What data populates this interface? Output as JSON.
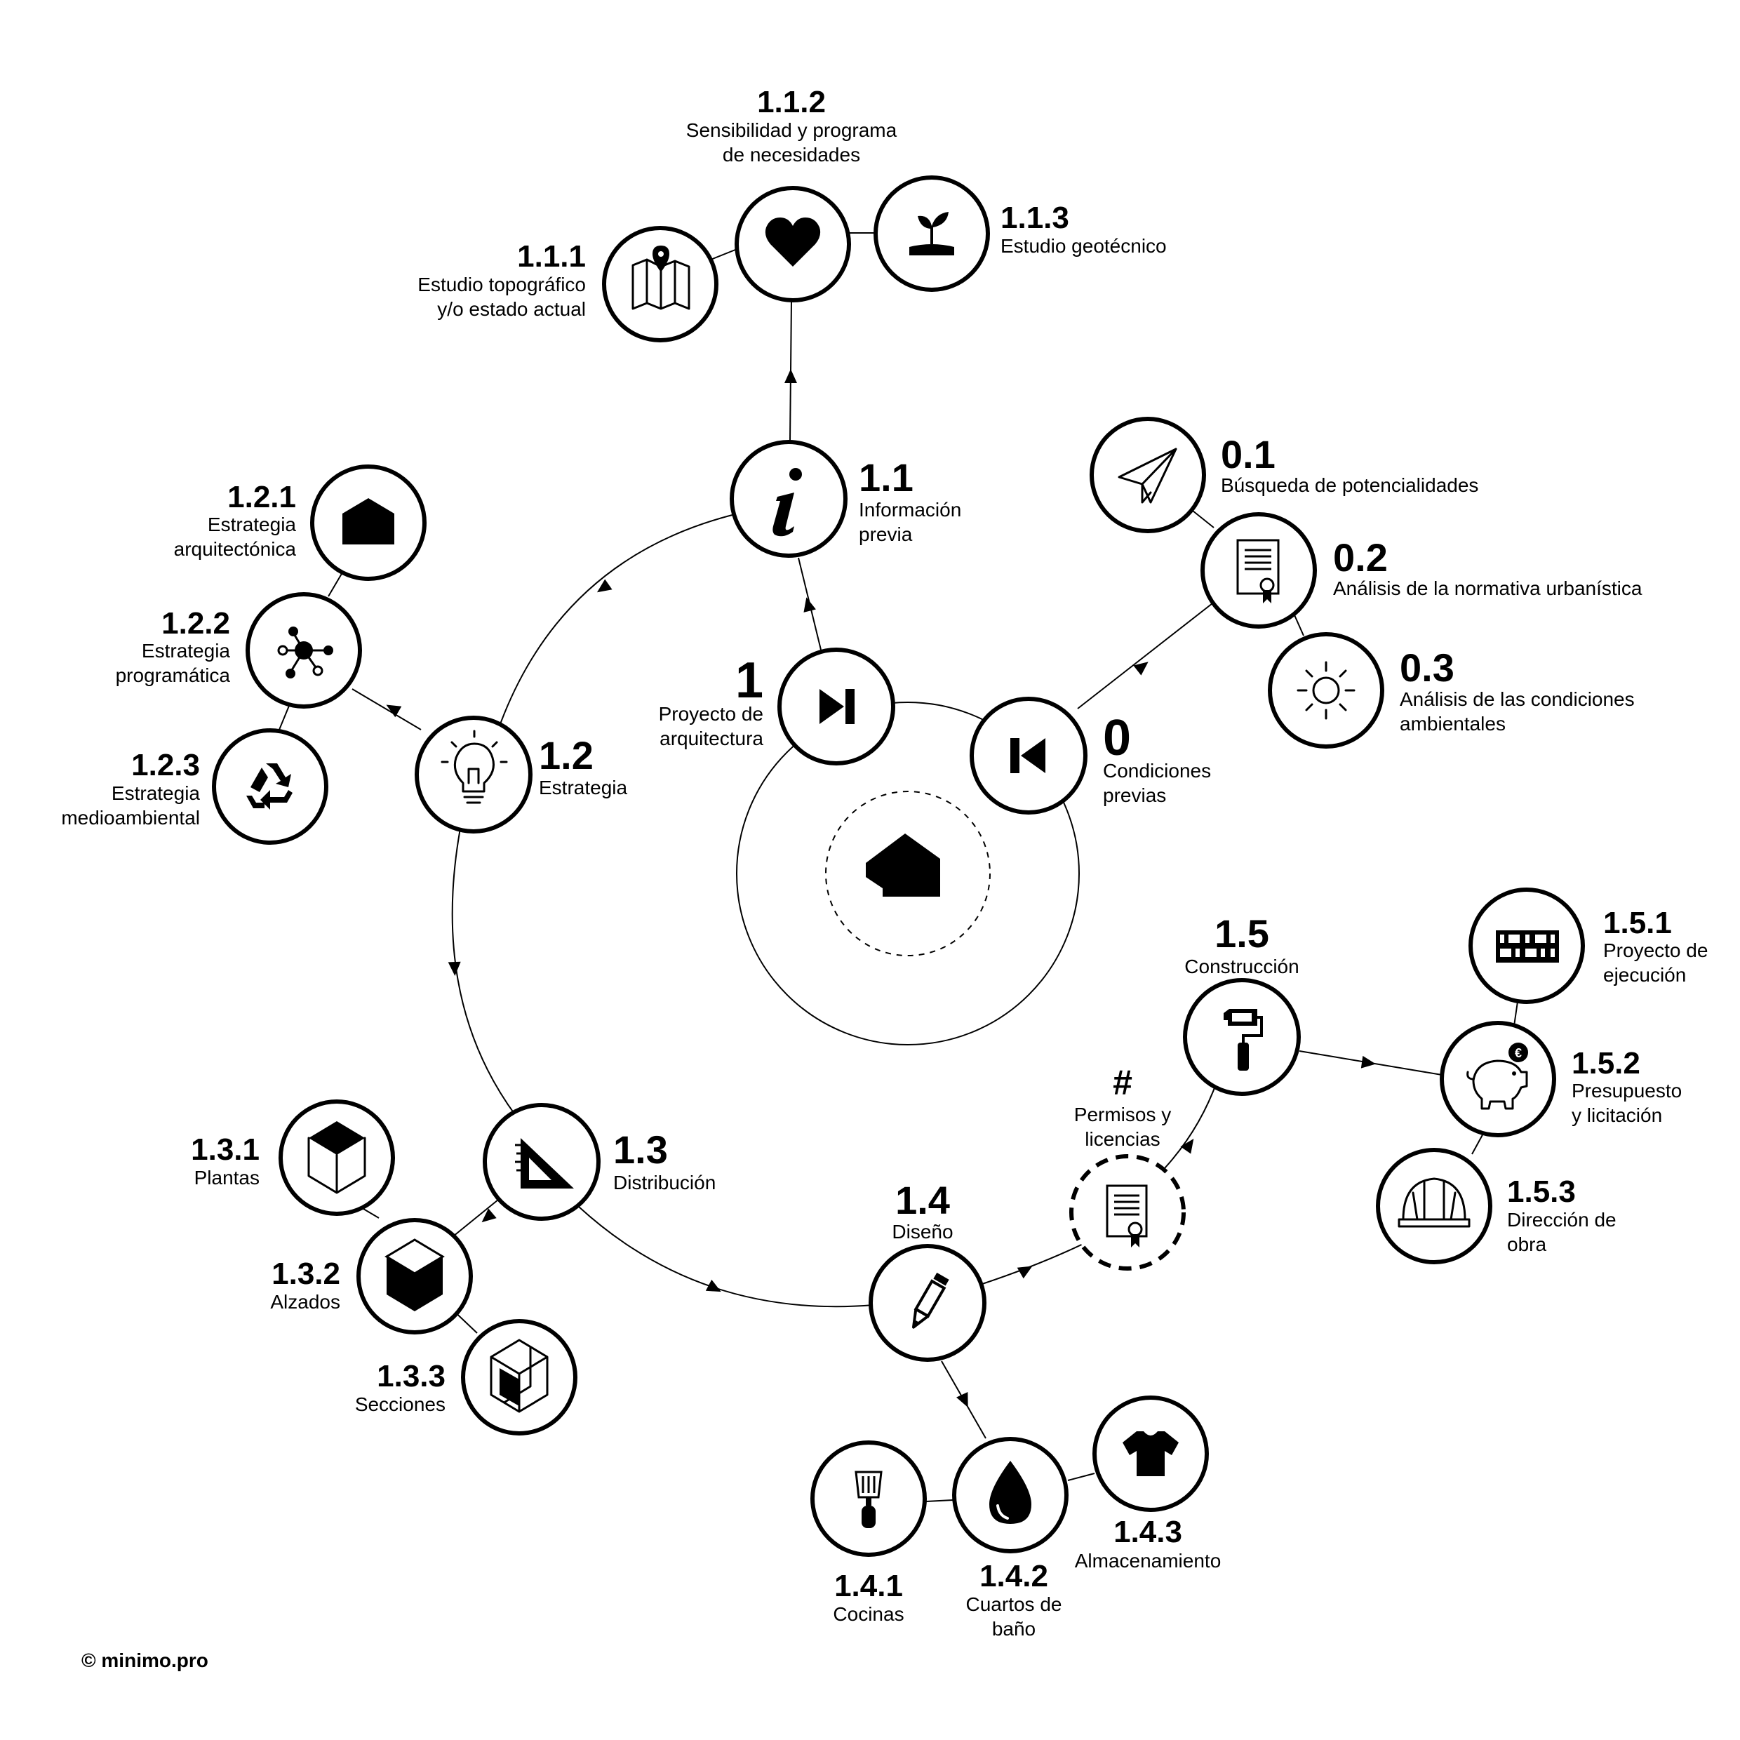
{
  "center": {
    "icon": "house-icon"
  },
  "nodes": {
    "n0": {
      "num": "0",
      "label": [
        "Condiciones",
        "previas"
      ],
      "icon": "skip-back-icon"
    },
    "n01": {
      "num": "0.1",
      "label": [
        "Búsqueda de potencialidades"
      ],
      "icon": "paper-plane-icon"
    },
    "n02": {
      "num": "0.2",
      "label": [
        "Análisis de la normativa urbanística"
      ],
      "icon": "certificate-icon"
    },
    "n03": {
      "num": "0.3",
      "label": [
        "Análisis de las condiciones",
        "ambientales"
      ],
      "icon": "sun-icon"
    },
    "n1": {
      "num": "1",
      "label": [
        "Proyecto de",
        "arquitectura"
      ],
      "icon": "skip-forward-icon"
    },
    "n11": {
      "num": "1.1",
      "label": [
        "Información",
        "previa"
      ],
      "icon": "info-icon"
    },
    "n111": {
      "num": "1.1.1",
      "label": [
        "Estudio topográfico",
        "y/o estado actual"
      ],
      "icon": "map-icon"
    },
    "n112": {
      "num": "1.1.2",
      "label": [
        "Sensibilidad y programa",
        "de necesidades"
      ],
      "icon": "heart-icon"
    },
    "n113": {
      "num": "1.1.3",
      "label": [
        "Estudio geotécnico"
      ],
      "icon": "sprout-icon"
    },
    "n12": {
      "num": "1.2",
      "label": [
        "Estrategia"
      ],
      "icon": "lightbulb-icon"
    },
    "n121": {
      "num": "1.2.1",
      "label": [
        "Estrategia",
        "arquitectónica"
      ],
      "icon": "house-icon"
    },
    "n122": {
      "num": "1.2.2",
      "label": [
        "Estrategia",
        "programática"
      ],
      "icon": "network-icon"
    },
    "n123": {
      "num": "1.2.3",
      "label": [
        "Estrategia",
        "medioambiental"
      ],
      "icon": "recycle-icon"
    },
    "n13": {
      "num": "1.3",
      "label": [
        "Distribución"
      ],
      "icon": "set-square-icon"
    },
    "n131": {
      "num": "1.3.1",
      "label": [
        "Plantas"
      ],
      "icon": "cube-top-icon"
    },
    "n132": {
      "num": "1.3.2",
      "label": [
        "Alzados"
      ],
      "icon": "cube-side-icon"
    },
    "n133": {
      "num": "1.3.3",
      "label": [
        "Secciones"
      ],
      "icon": "cube-section-icon"
    },
    "n14": {
      "num": "1.4",
      "label": [
        "Diseño"
      ],
      "icon": "pencil-icon"
    },
    "n141": {
      "num": "1.4.1",
      "label": [
        "Cocinas"
      ],
      "icon": "spatula-icon"
    },
    "n142": {
      "num": "1.4.2",
      "label": [
        "Cuartos de",
        "baño"
      ],
      "icon": "water-drop-icon"
    },
    "n143": {
      "num": "1.4.3",
      "label": [
        "Almacenamiento"
      ],
      "icon": "t-shirt-icon"
    },
    "nP": {
      "num": "#",
      "label": [
        "Permisos y",
        "licencias"
      ],
      "icon": "certificate-icon"
    },
    "n15": {
      "num": "1.5",
      "label": [
        "Construcción"
      ],
      "icon": "paint-roller-icon"
    },
    "n151": {
      "num": "1.5.1",
      "label": [
        "Proyecto de",
        "ejecución"
      ],
      "icon": "bricks-icon"
    },
    "n152": {
      "num": "1.5.2",
      "label": [
        "Presupuesto",
        "y licitación"
      ],
      "icon": "piggy-bank-icon"
    },
    "n153": {
      "num": "1.5.3",
      "label": [
        "Dirección de",
        "obra"
      ],
      "icon": "helmet-icon"
    }
  },
  "credit": "© minimo.pro"
}
